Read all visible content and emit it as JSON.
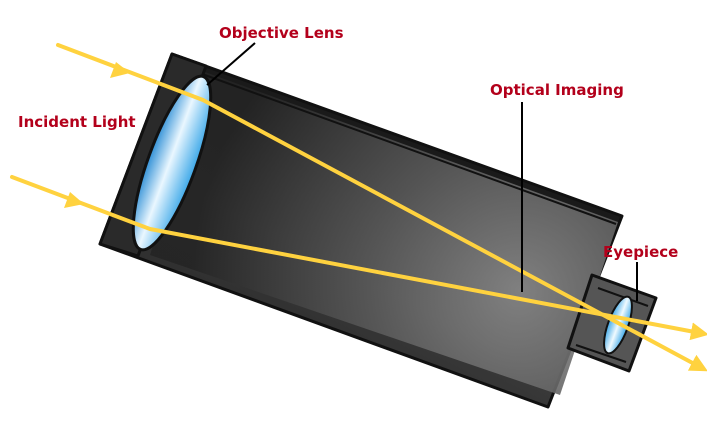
{
  "labels": {
    "objective_lens": "Objective Lens",
    "incident_light": "Incident Light",
    "optical_imaging": "Optical Imaging",
    "eyepiece": "Eyepiece"
  },
  "colors": {
    "label_text": "#b3001b",
    "light_ray": "#ffd23f",
    "tube_outline": "#111111",
    "tube_dark": "#2b2b2b",
    "tube_light": "#7a7a7a",
    "lens_light": "#e8f6ff",
    "lens_blue": "#3aa7e8",
    "leader_line": "#000000"
  },
  "icons": {
    "ray_arrow": "arrowhead-icon"
  }
}
